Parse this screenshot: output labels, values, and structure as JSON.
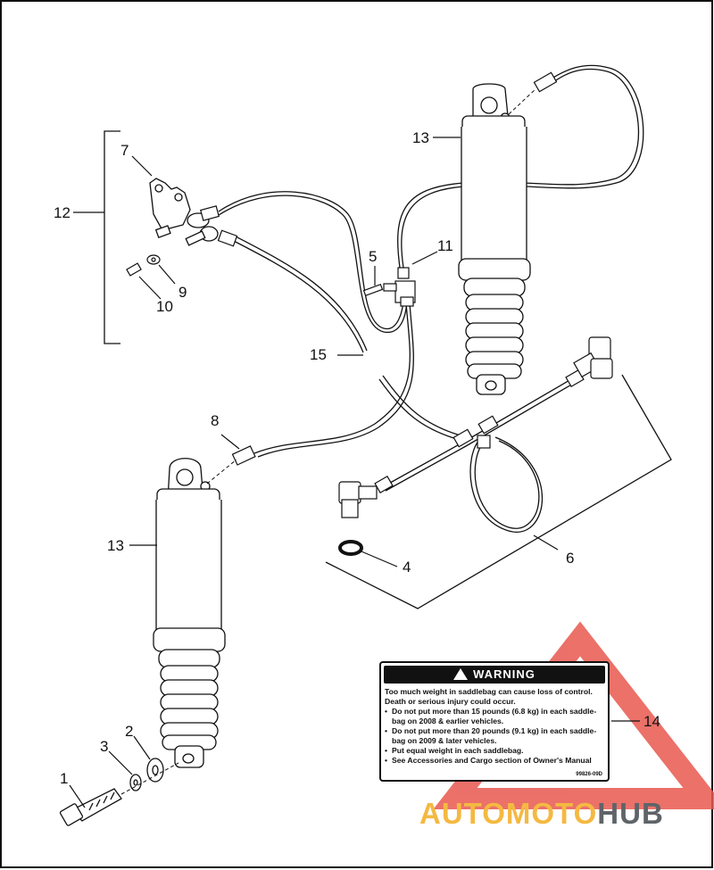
{
  "diagram": {
    "callouts": [
      {
        "id": "c1",
        "text": "1"
      },
      {
        "id": "c2",
        "text": "2"
      },
      {
        "id": "c3",
        "text": "3"
      },
      {
        "id": "c4",
        "text": "4"
      },
      {
        "id": "c5",
        "text": "5"
      },
      {
        "id": "c6",
        "text": "6"
      },
      {
        "id": "c7",
        "text": "7"
      },
      {
        "id": "c8",
        "text": "8"
      },
      {
        "id": "c9",
        "text": "9"
      },
      {
        "id": "c10",
        "text": "10"
      },
      {
        "id": "c11",
        "text": "11"
      },
      {
        "id": "c12",
        "text": "12"
      },
      {
        "id": "c13a",
        "text": "13"
      },
      {
        "id": "c13b",
        "text": "13"
      },
      {
        "id": "c14",
        "text": "14"
      },
      {
        "id": "c15",
        "text": "15"
      }
    ]
  },
  "warning_label": {
    "header": "WARNING",
    "line1": "Too much weight in saddlebag can cause loss of control. Death or serious injury could occur.",
    "bullets": [
      "Do not put more than 15 pounds (6.8 kg) in each saddle-bag on 2008 & earlier vehicles.",
      "Do not put more than 20 pounds (9.1 kg) in each saddle-bag on 2009 & later vehicles.",
      "Put equal weight in each saddlebag.",
      "See Accessories and Cargo section of Owner's Manual"
    ],
    "code": "99826-09D"
  },
  "watermark": {
    "text_auto": "AUTOMOTO",
    "text_hub": "HUB",
    "colors": {
      "triangle": "#e8584f",
      "auto": "#f4b942",
      "hub": "#5f6468"
    }
  }
}
